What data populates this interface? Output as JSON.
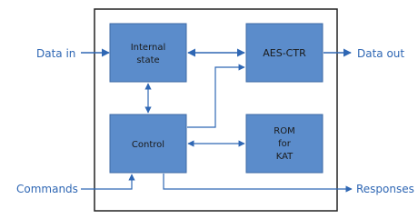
{
  "external_labels": {
    "data_in": "Data in",
    "data_out": "Data out",
    "commands": "Commands",
    "responses": "Responses"
  },
  "blocks": {
    "internal_state": {
      "line1": "Internal",
      "line2": "state"
    },
    "aes_ctr": {
      "label": "AES-CTR"
    },
    "control": {
      "label": "Control"
    },
    "rom_kat": {
      "line1": "ROM",
      "line2": "for",
      "line3": "KAT"
    }
  },
  "colors": {
    "block_fill": "#5b8ccb",
    "block_stroke": "#3d6aa6",
    "connector": "#2f67b4",
    "label_text": "#2f67b4",
    "block_text": "#1a1a1a",
    "outer_border": "#222222"
  }
}
